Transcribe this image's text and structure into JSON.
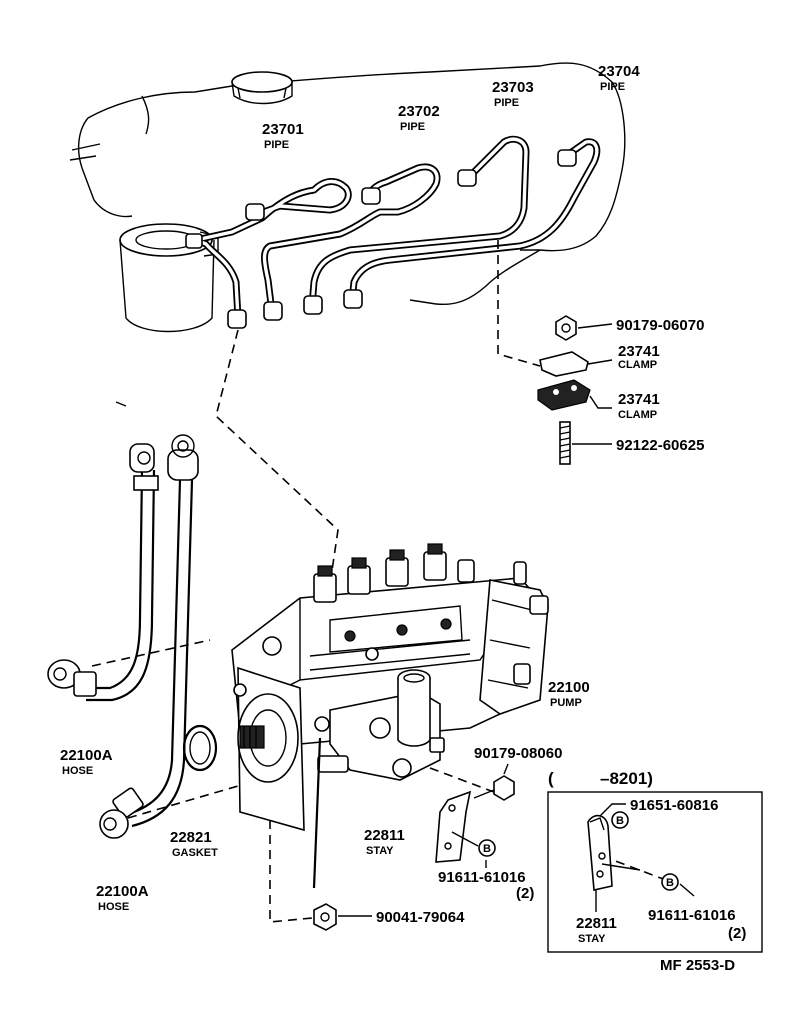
{
  "parts": {
    "p23701": {
      "number": "23701",
      "name": "PIPE"
    },
    "p23702": {
      "number": "23702",
      "name": "PIPE"
    },
    "p23703": {
      "number": "23703",
      "name": "PIPE"
    },
    "p23704": {
      "number": "23704",
      "name": "PIPE"
    },
    "nut_06070": {
      "number": "90179-06070"
    },
    "clamp_a": {
      "number": "23741",
      "name": "CLAMP"
    },
    "clamp_b": {
      "number": "23741",
      "name": "CLAMP"
    },
    "stud": {
      "number": "92122-60625"
    },
    "hose_a": {
      "number": "22100A",
      "name": "HOSE"
    },
    "hose_b": {
      "number": "22100A",
      "name": "HOSE"
    },
    "pump": {
      "number": "22100",
      "name": "PUMP"
    },
    "gasket": {
      "number": "22821",
      "name": "GASKET"
    },
    "stay_main": {
      "number": "22811",
      "name": "STAY"
    },
    "nut_08060": {
      "number": "90179-08060"
    },
    "bolt_main": {
      "number": "91611-61016",
      "qty": "(2)"
    },
    "plug": {
      "number": "90041-79064"
    },
    "inset_title_open": "(",
    "inset_title": "–8201)",
    "inset_bolt_top": {
      "number": "91651-60816"
    },
    "inset_bolt": {
      "number": "91611-61016",
      "qty": "(2)"
    },
    "inset_stay": {
      "number": "22811",
      "name": "STAY"
    },
    "marker": "B",
    "drawing_code": "MF  2553-D"
  }
}
